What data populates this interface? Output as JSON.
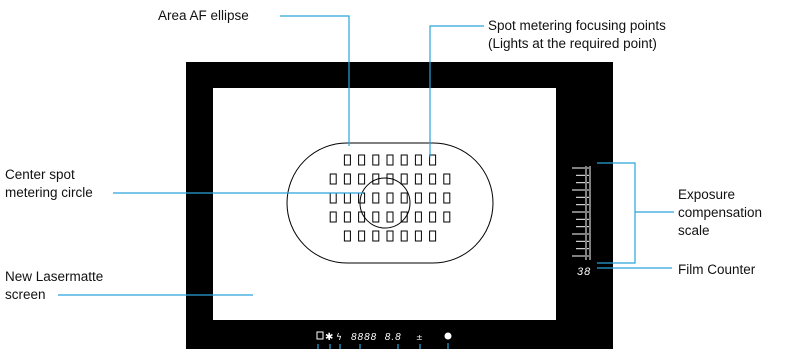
{
  "labels": {
    "area_af": "Area AF ellipse",
    "spot_focus_line1": "Spot metering focusing points",
    "spot_focus_line2": "(Lights at the required point)",
    "center_spot_line1": "Center spot",
    "center_spot_line2": "metering circle",
    "lasermatte_line1": "New Lasermatte",
    "lasermatte_line2": "screen",
    "exposure_line1": "Exposure",
    "exposure_line2": "compensation",
    "exposure_line3": "scale",
    "film_counter": "Film Counter"
  },
  "viewfinder": {
    "film_count": "38",
    "bottom_readout": "8888  8.8"
  },
  "focus_point_rows": [
    7,
    9,
    9,
    9,
    7
  ],
  "colors": {
    "frame": "#000000",
    "leader": "#29a3da",
    "readout": "#ffffff"
  }
}
